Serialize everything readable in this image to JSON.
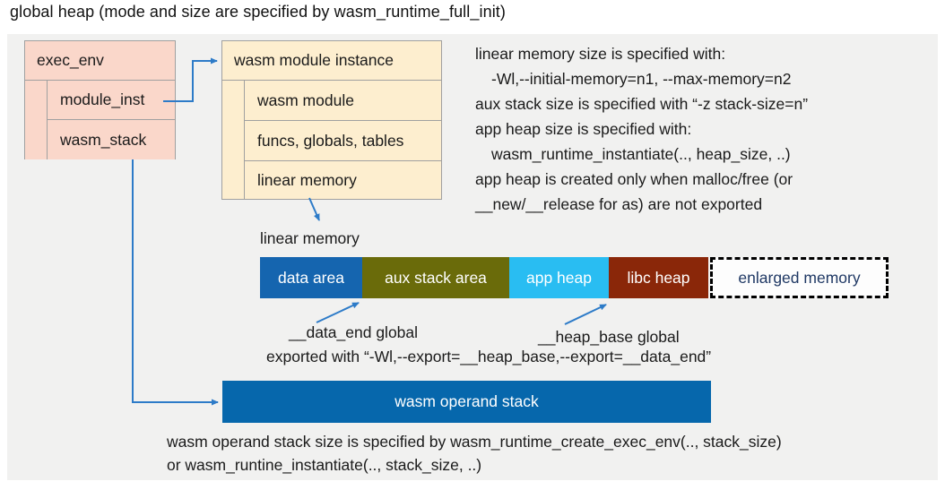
{
  "title": "global heap (mode and size are specified by wasm_runtime_full_init)",
  "exec_env": {
    "header": "exec_env",
    "rows": [
      "module_inst",
      "wasm_stack"
    ]
  },
  "module_instance": {
    "header": "wasm module instance",
    "rows": [
      "wasm module",
      "funcs, globals, tables",
      "linear memory"
    ]
  },
  "notes_top": [
    "linear memory size is specified with:",
    "-Wl,--initial-memory=n1, --max-memory=n2",
    "aux stack size is specified with “-z stack-size=n”",
    "app heap size is specified with:",
    "wasm_runtime_instantiate(.., heap_size, ..)",
    "app heap is created only when malloc/free (or",
    "__new/__release for as) are not exported"
  ],
  "linear_memory": {
    "label": "linear memory",
    "segments": [
      {
        "label": "data area",
        "color": "#1565af"
      },
      {
        "label": "aux stack area",
        "color": "#6a6b0a"
      },
      {
        "label": "app heap",
        "color": "#29bdf2"
      },
      {
        "label": "libc heap",
        "color": "#8a2709"
      },
      {
        "label": "enlarged memory",
        "color": "#fdfdfd",
        "text_color": "#1f3864",
        "border": "dashed"
      }
    ]
  },
  "annotations": {
    "data_end": "__data_end global",
    "heap_base": "__heap_base global",
    "exported": "exported with “-Wl,--export=__heap_base,--export=__data_end”"
  },
  "operand_stack": {
    "label": "wasm operand stack"
  },
  "notes_bottom": [
    "wasm operand stack size is specified by wasm_runtime_create_exec_env(.., stack_size)",
    "or wasm_runtine_instantiate(.., stack_size, ..)"
  ],
  "colors": {
    "panel_bg": "#f1f1f0",
    "exec_env_fill": "#fad7ca",
    "module_instance_fill": "#fdeecf",
    "box_border": "#a0a0a0",
    "arrow_blue": "#2d7bc8",
    "data_area": "#1565af",
    "aux_stack_area": "#6a6b0a",
    "app_heap": "#29bdf2",
    "libc_heap": "#8a2709",
    "enlarged_memory_text": "#1f3864",
    "operand_stack_fill": "#0667ac"
  }
}
